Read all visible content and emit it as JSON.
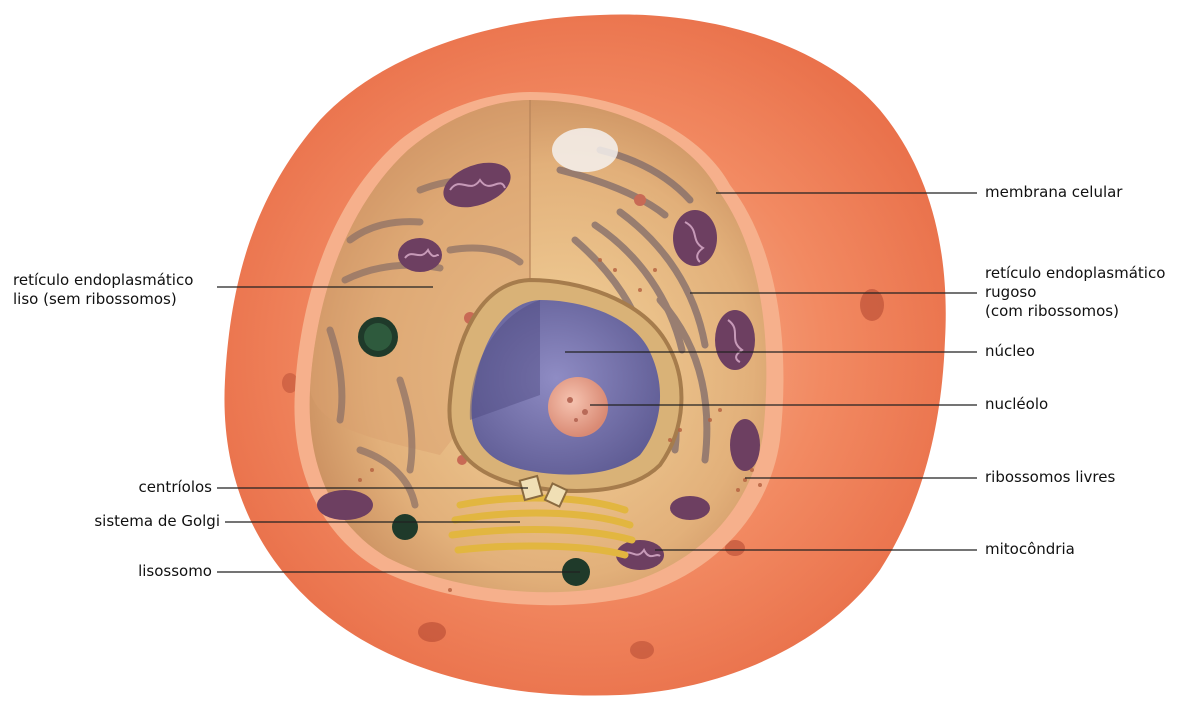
{
  "diagram": {
    "labels_left": {
      "smooth_er_line1": "retículo endoplasmático",
      "smooth_er_line2": "liso (sem ribossomos)",
      "centrioles": "centríolos",
      "golgi": "sistema de Golgi",
      "lysosome": "lisossomo"
    },
    "labels_right": {
      "cell_membrane": "membrana celular",
      "rough_er_line1": "retículo endoplasmático",
      "rough_er_line2": "rugoso",
      "rough_er_line3": "(com ribossomos)",
      "nucleus": "núcleo",
      "nucleolus": "nucléolo",
      "free_ribosomes": "ribossomos livres",
      "mitochondrion": "mitocôndria"
    }
  },
  "colors": {
    "cell_outer": "#f08a5d",
    "cell_rim": "#f6b08c",
    "cytoplasm": "#e9c08c",
    "nucleus": "#7d7ab0",
    "nucleolus": "#e8a08c",
    "mitochondria": "#7a4a6e",
    "golgi": "#f2cf5a",
    "label_line": "#222222"
  }
}
